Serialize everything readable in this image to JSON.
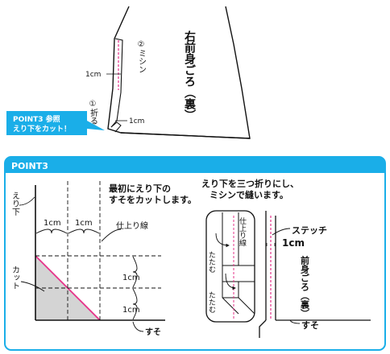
{
  "top": {
    "title": "右前身ごろ（裏）",
    "label_1cm_upper": "1cm",
    "label_1cm_lower": "1cm",
    "step2": "②ミシン",
    "step1": "①折る",
    "point_ref": {
      "line1": "POINT3 参照",
      "line2": "えり下をカット！"
    }
  },
  "point3": {
    "header": "POINT3",
    "left": {
      "caption_line1": "最初にえり下の",
      "caption_line2": "すそをカットします。",
      "eri_shita": "えり下",
      "cut": "カット",
      "dim_1": "1cm",
      "dim_2": "1cm",
      "dim_3": "1cm",
      "dim_4": "1cm",
      "finish_line": "仕上り線",
      "suso": "すそ"
    },
    "right": {
      "caption_line1": "えり下を三つ折りにし、",
      "caption_line2": "ミシンで縫います。",
      "fold_left": "たたむ",
      "fold_lower": "たたむ",
      "finish_line": "仕上り線",
      "stitch": "ステッチ",
      "stitch_width": "1cm",
      "body_label": "前身ごろ（裏）",
      "suso": "すそ"
    }
  },
  "colors": {
    "accent_blue": "#1aaee8",
    "stitch_pink": "#e6338a",
    "cut_gray": "#d4d4d4"
  }
}
